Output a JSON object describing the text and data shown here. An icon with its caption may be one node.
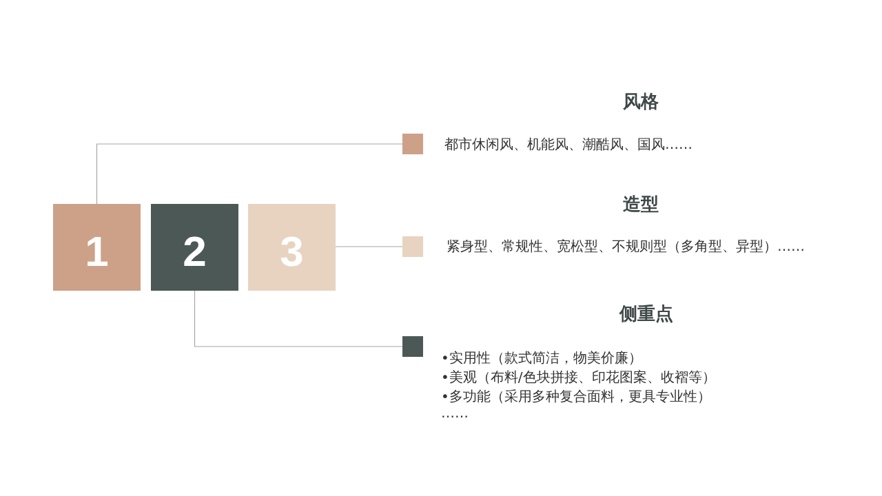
{
  "diagram": {
    "nodes": [
      {
        "text": [
          "1"
        ]
      },
      {
        "text": [
          "2"
        ]
      },
      {
        "text": [
          "3"
        ]
      },
      {
        "text": [],
        "shape": "box",
        "beside": [
          "都市休闲风、机能风、潮酷风、国风……"
        ]
      },
      {
        "text": [],
        "shape": "box",
        "beside": [
          "紧身型、常规性、宽松型、不规则型（多角型、异型）……"
        ]
      },
      {
        "text": [],
        "shape": "box",
        "beside": [
          "•实用性（款式简洁，物美价廉）",
          "•美观（布料/色块拼接、印花图案、收褶等）",
          "•多功能（采用多种复合面料，更具专业性）",
          "……"
        ]
      }
    ],
    "edges": [
      {
        "from": 0,
        "to": 3,
        "arrow": "none"
      },
      {
        "from": 2,
        "to": 4,
        "arrow": "none"
      },
      {
        "from": 1,
        "to": 5,
        "arrow": "none"
      }
    ],
    "labels": [
      "风格",
      "造型",
      "侧重点"
    ]
  }
}
